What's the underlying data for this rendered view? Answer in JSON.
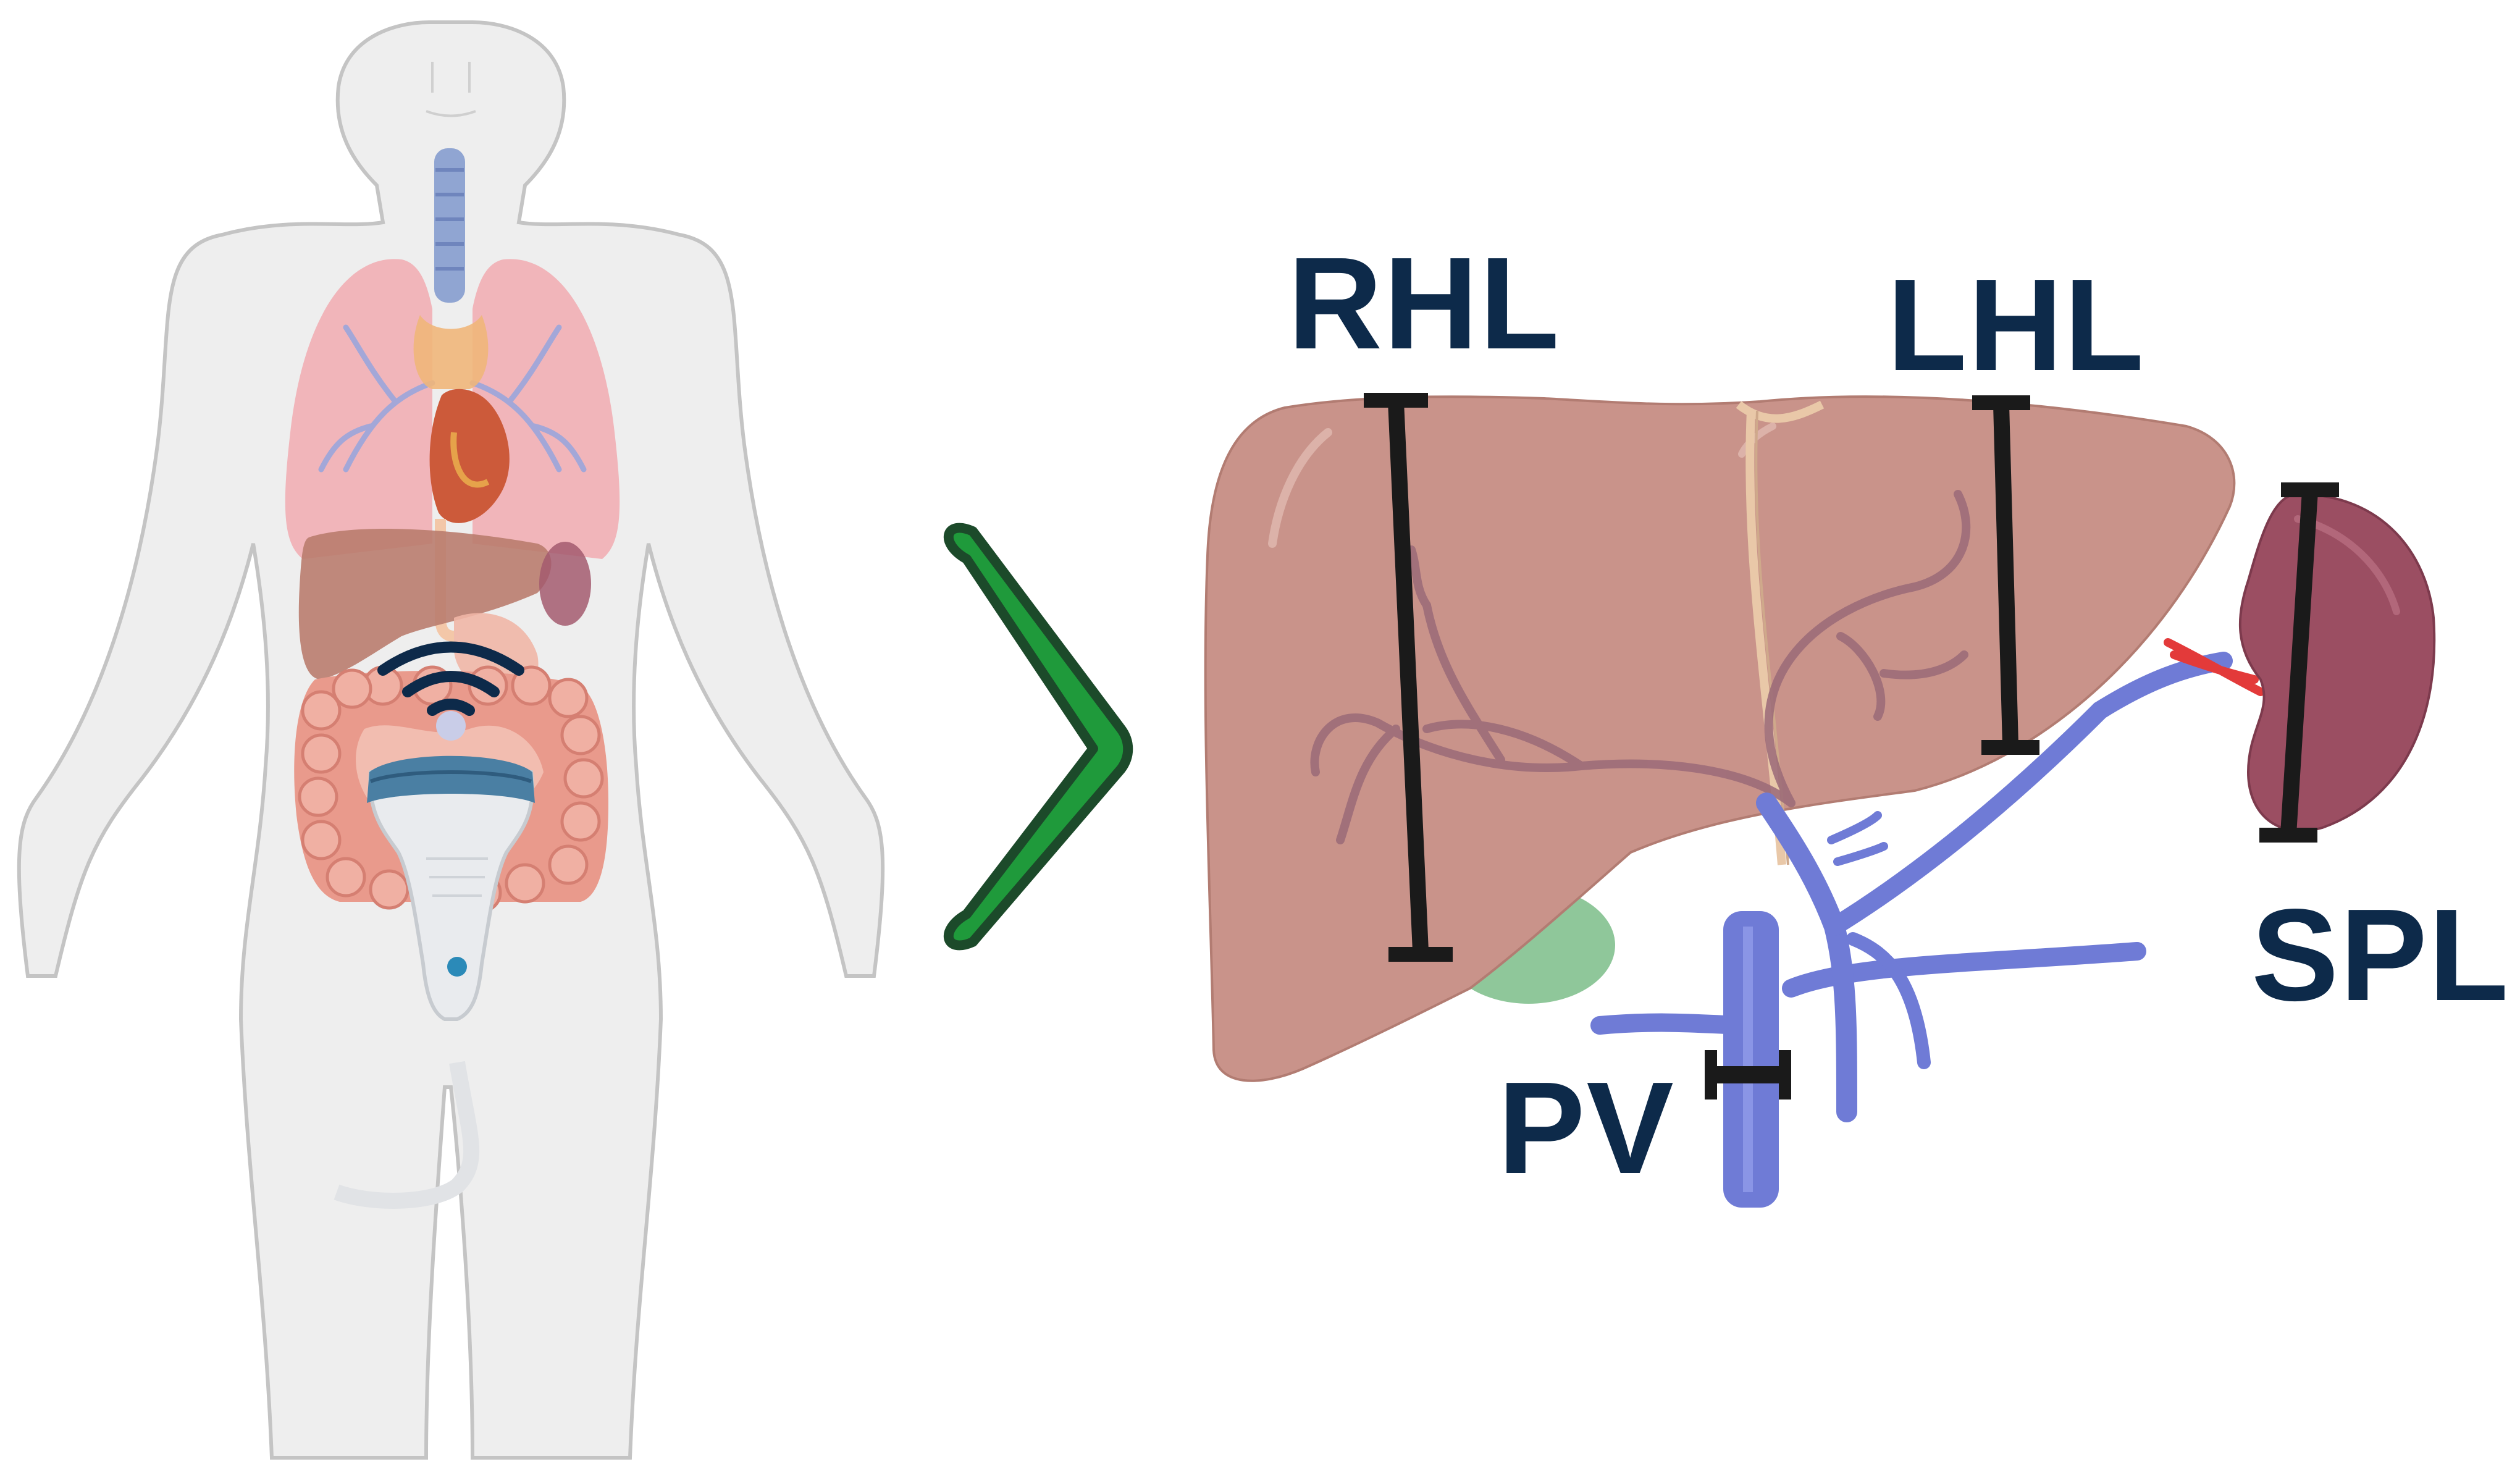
{
  "labels": {
    "rhl": "RHL",
    "lhl": "LHL",
    "spl": "SPL",
    "pv": "PV"
  },
  "colors": {
    "label_text": "#0d2a4a",
    "arrow": "#1f9a3b",
    "liver": "#c9938a",
    "spleen": "#9b4e62",
    "vessel": "#6f7bd6",
    "measure_bar": "#1a1a1a",
    "gallbladder": "#8fc79a",
    "body_fill": "#eeeeee",
    "body_outline": "#c4c4c4",
    "probe": "#e9ebee"
  },
  "icons": {
    "body": "human-body-icon",
    "probe": "ultrasound-probe-icon",
    "waves": "ultrasound-waves-icon",
    "arrow": "chevron-right-icon"
  }
}
